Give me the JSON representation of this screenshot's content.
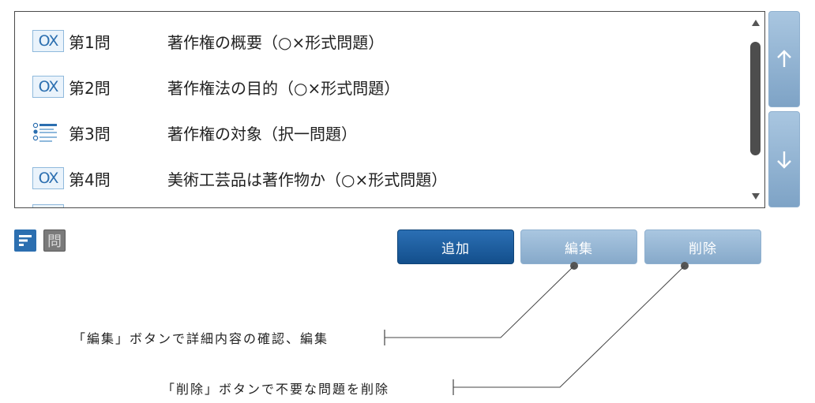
{
  "questions": [
    {
      "number": "第1問",
      "title": "著作権の概要（○×形式問題）",
      "icon": "ox-icon",
      "icon_text": "OX"
    },
    {
      "number": "第2問",
      "title": "著作権法の目的（○×形式問題）",
      "icon": "ox-icon",
      "icon_text": "OX"
    },
    {
      "number": "第3問",
      "title": "著作権の対象（択一問題）",
      "icon": "multiple-choice-icon",
      "icon_text": ""
    },
    {
      "number": "第4問",
      "title": "美術工芸品は著作物か（○×形式問題）",
      "icon": "ox-icon",
      "icon_text": "OX"
    }
  ],
  "toolbar": {
    "question_icon_text": "問",
    "add_label": "追加",
    "edit_label": "編集",
    "delete_label": "削除"
  },
  "callouts": {
    "edit_note": "「編集」ボタンで詳細内容の確認、編集",
    "delete_note": "「削除」ボタンで不要な問題を削除"
  },
  "colors": {
    "accent": "#2c6fb0",
    "primary_button": "#1f5f9f",
    "secondary_button": "#98b8d6"
  }
}
